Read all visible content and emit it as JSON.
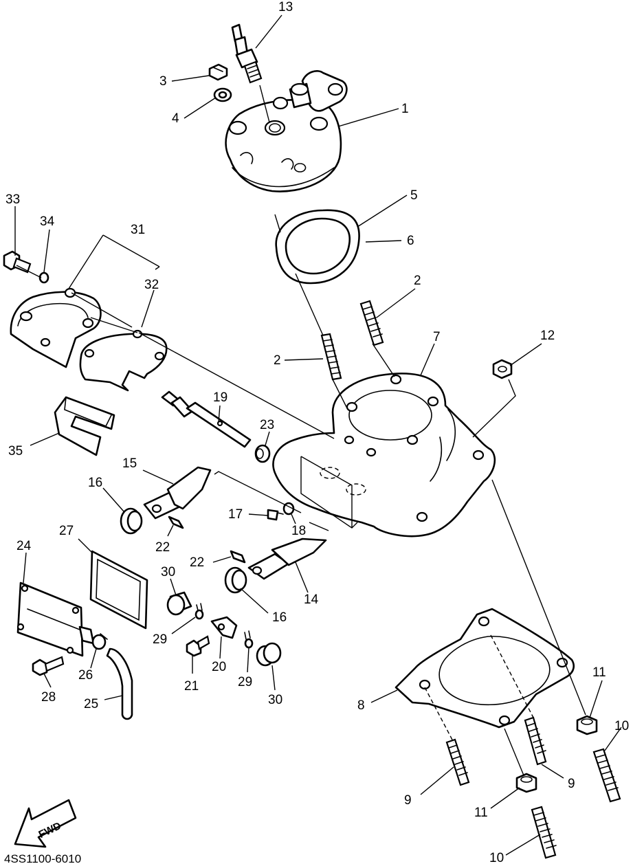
{
  "diagram": {
    "catalog_code": "4SS1100-6010",
    "fwd_label": "FWD",
    "callouts": {
      "c1": "1",
      "c2a": "2",
      "c2b": "2",
      "c3": "3",
      "c4": "4",
      "c5": "5",
      "c6": "6",
      "c7": "7",
      "c8": "8",
      "c9a": "9",
      "c9b": "9",
      "c10a": "10",
      "c10b": "10",
      "c11a": "11",
      "c11b": "11",
      "c12": "12",
      "c13": "13",
      "c14": "14",
      "c15": "15",
      "c16a": "16",
      "c16b": "16",
      "c17": "17",
      "c18": "18",
      "c19": "19",
      "c20": "20",
      "c21": "21",
      "c22a": "22",
      "c22b": "22",
      "c23": "23",
      "c24": "24",
      "c25": "25",
      "c26": "26",
      "c27": "27",
      "c28": "28",
      "c29a": "29",
      "c29b": "29",
      "c30a": "30",
      "c30b": "30",
      "c31": "31",
      "c32": "32",
      "c33": "33",
      "c34": "34",
      "c35": "35"
    }
  }
}
